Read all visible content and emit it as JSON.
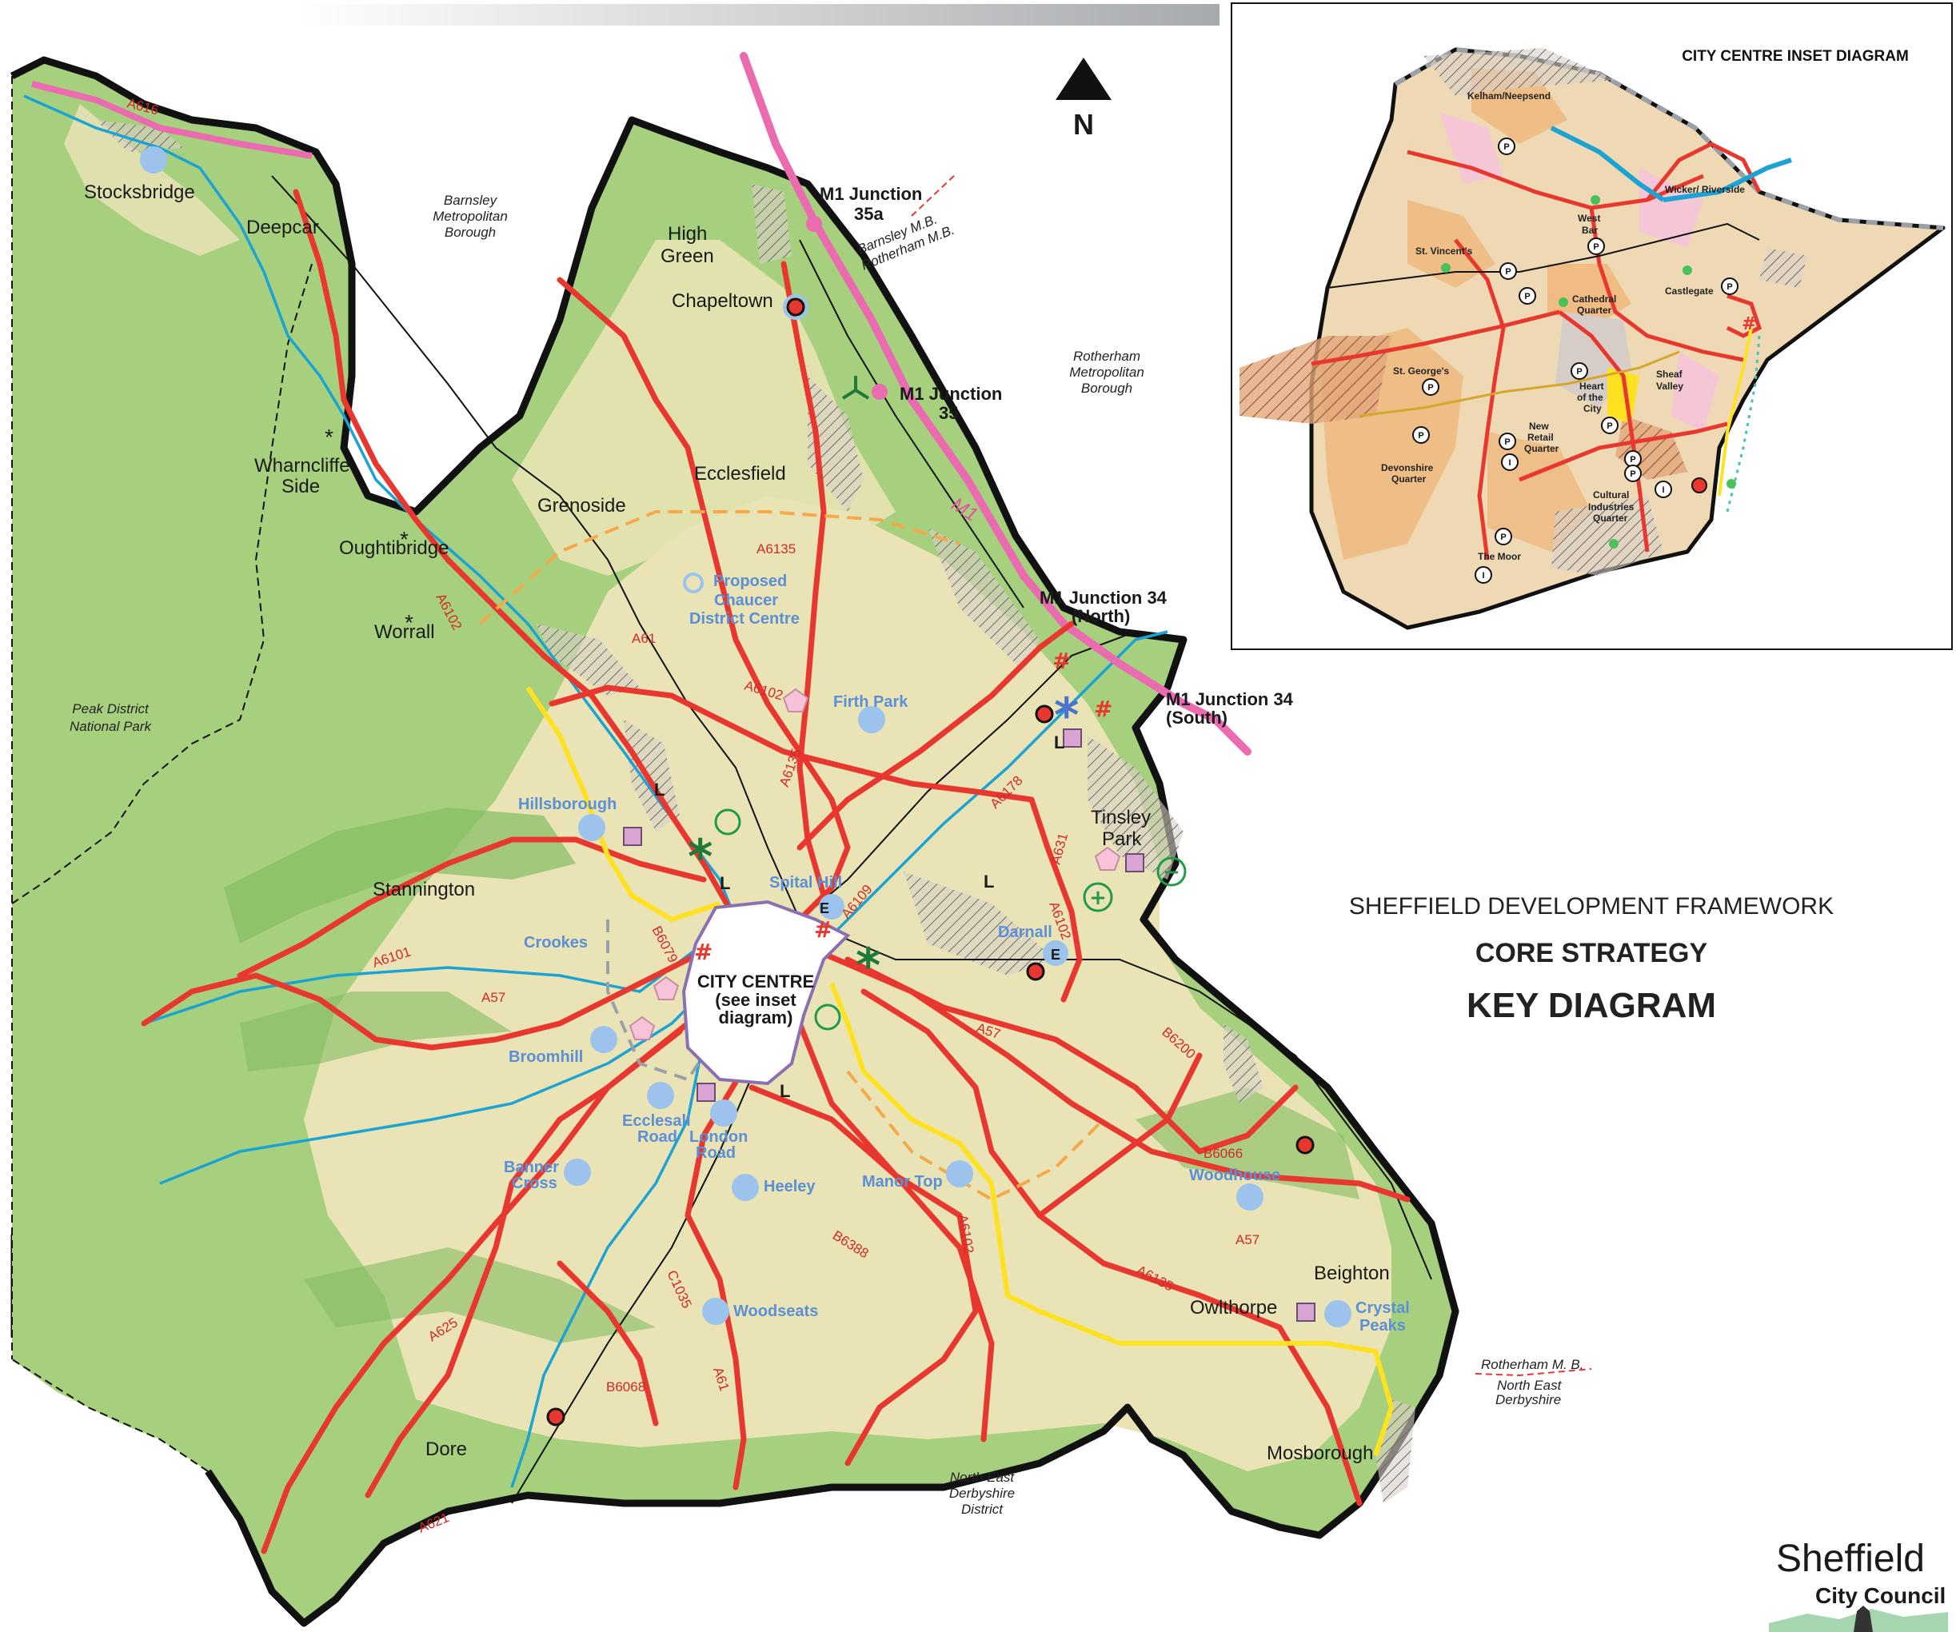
{
  "titles": {
    "framework": "SHEFFIELD DEVELOPMENT FRAMEWORK",
    "strategy": "CORE STRATEGY",
    "diagram": "KEY DIAGRAM"
  },
  "north_arrow": "N",
  "inset": {
    "title": "CITY CENTRE INSET DIAGRAM",
    "quarters": [
      "Kelham/Neepsend",
      "Wicker/ Riverside",
      "West",
      "Bar",
      "St. Vincent's",
      "Cathedral",
      "Quarter",
      "Castlegate",
      "St. George's",
      "Heart",
      "of the",
      "City",
      "Sheaf",
      "Valley",
      "New",
      "Retail",
      "Quarter",
      "Devonshire",
      "Quarter",
      "Cultural",
      "Industries",
      "Quarter",
      "The Moor"
    ],
    "symbols": {
      "parking": "P",
      "interchange": "I",
      "hash": "#"
    }
  },
  "places": {
    "stocksbridge": "Stocksbridge",
    "deepcar": "Deepcar",
    "high_green_1": "High",
    "high_green_2": "Green",
    "chapeltown": "Chapeltown",
    "ecclesfield": "Ecclesfield",
    "grenoside": "Grenoside",
    "wharncliffe_1": "Wharncliffe",
    "wharncliffe_2": "Side",
    "oughtibridge": "Oughtibridge",
    "worrall": "Worrall",
    "stannington": "Stannington",
    "tinsley_1": "Tinsley",
    "tinsley_2": "Park",
    "owlthorpe": "Owlthorpe",
    "beighton": "Beighton",
    "mosborough": "Mosborough",
    "dore": "Dore"
  },
  "centres": {
    "hillsborough": "Hillsborough",
    "crookes": "Crookes",
    "broomhill": "Broomhill",
    "ecclesall_1": "Ecclesall",
    "ecclesall_2": "Road",
    "london_1": "London",
    "london_2": "Road",
    "banner_1": "Banner",
    "banner_2": "Cross",
    "heeley": "Heeley",
    "manor_top": "Manor Top",
    "woodseats": "Woodseats",
    "woodhouse": "Woodhouse",
    "crystal_1": "Crystal",
    "crystal_2": "Peaks",
    "firth_park": "Firth Park",
    "spital_hill": "Spital Hill",
    "darnall": "Darnall",
    "chaucer_1": "Proposed",
    "chaucer_2": "Chaucer",
    "chaucer_3": "District Centre"
  },
  "junctions": {
    "j35a_1": "M1 Junction",
    "j35a_2": "35a",
    "j35_1": "M1 Junction",
    "j35_2": "35",
    "j34n_1": "M1 Junction 34",
    "j34n_2": "(North)",
    "j34s_1": "M1 Junction 34",
    "j34s_2": "(South)"
  },
  "city_centre": {
    "line1": "CITY CENTRE",
    "line2": "(see inset",
    "line3": "diagram)"
  },
  "regions": {
    "barnsley_1": "Barnsley",
    "barnsley_2": "Metropolitan",
    "barnsley_3": "Borough",
    "rotherham_1": "Rotherham",
    "rotherham_2": "Metropolitan",
    "rotherham_3": "Borough",
    "peak_1": "Peak District",
    "peak_2": "National Park",
    "ned_1": "North East",
    "ned_2": "Derbyshire",
    "ned_3": "District",
    "barnsley_mb": "Barnsley M.B.",
    "rotherham_mb": "Rotherham M.B.",
    "rotherham_mb2": "Rotherham M. B.",
    "ne_derbyshire_1": "North East",
    "ne_derbyshire_2": "Derbyshire"
  },
  "roads": [
    "A616",
    "A6135",
    "A61",
    "A6102",
    "A6135",
    "A6109",
    "A6178",
    "A631",
    "A6102",
    "B6079",
    "A6101",
    "A57",
    "A57",
    "B6200",
    "B6066",
    "A57",
    "A6102",
    "B6388",
    "A6135",
    "C1035",
    "A61",
    "B6068",
    "A625",
    "A621",
    "A6102",
    "M1"
  ],
  "markers": {
    "link": "L",
    "enterprise": "E",
    "hash": "#",
    "plus": "+",
    "minus": "−",
    "star": "*"
  },
  "logo": {
    "line1": "Sheffield",
    "line2": "City Council"
  },
  "colors": {
    "a_road": "#e8372e",
    "motorway": "#ea6bb0",
    "river": "#1ba3d4",
    "green_belt": "#9ac97a",
    "urban": "#e8e2b4",
    "centre_dot": "#9cc3ec",
    "tram": "#ffe21f"
  }
}
